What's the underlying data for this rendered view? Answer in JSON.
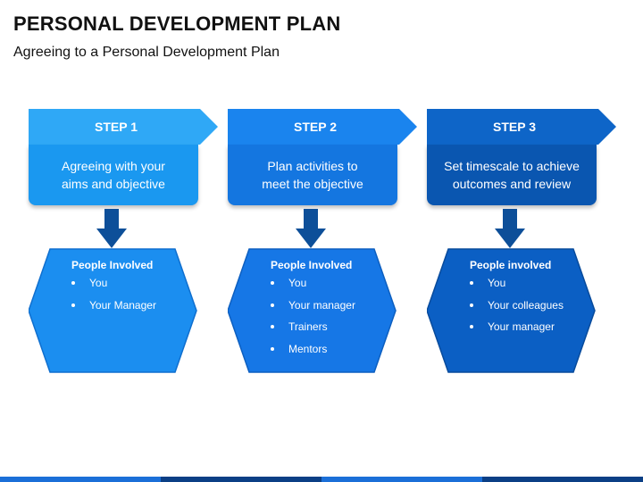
{
  "header": {
    "title": "PERSONAL DEVELOPMENT PLAN",
    "subtitle": "Agreeing to a Personal Development Plan"
  },
  "steps": [
    {
      "label": "STEP 1",
      "desc_line1": "Agreeing with your",
      "desc_line2": "aims and objective",
      "people_title": "People Involved",
      "people": [
        "You",
        "Your Manager"
      ],
      "color_head": "#2fa8f6",
      "color_body": "#1a98f0",
      "color_hex": "#1b8ef0"
    },
    {
      "label": "STEP 2",
      "desc_line1": "Plan activities to",
      "desc_line2": "meet the objective",
      "people_title": "People Involved",
      "people": [
        "You",
        "Your manager",
        "Trainers",
        "Mentors"
      ],
      "color_head": "#1a84ee",
      "color_body": "#1476e0",
      "color_hex": "#1677e6"
    },
    {
      "label": "STEP 3",
      "desc_line1": "Set timescale to achieve",
      "desc_line2": "outcomes and review",
      "people_title": "People involved",
      "people": [
        "You",
        "Your colleagues",
        "Your manager"
      ],
      "color_head": "#0e65c8",
      "color_body": "#0a56b0",
      "color_hex": "#0b5fc4"
    }
  ],
  "colors": {
    "arrow": "#0d4f99",
    "footer": [
      "#1b6fd8",
      "#0b3f85",
      "#1b6fd8",
      "#0b3f85"
    ]
  }
}
